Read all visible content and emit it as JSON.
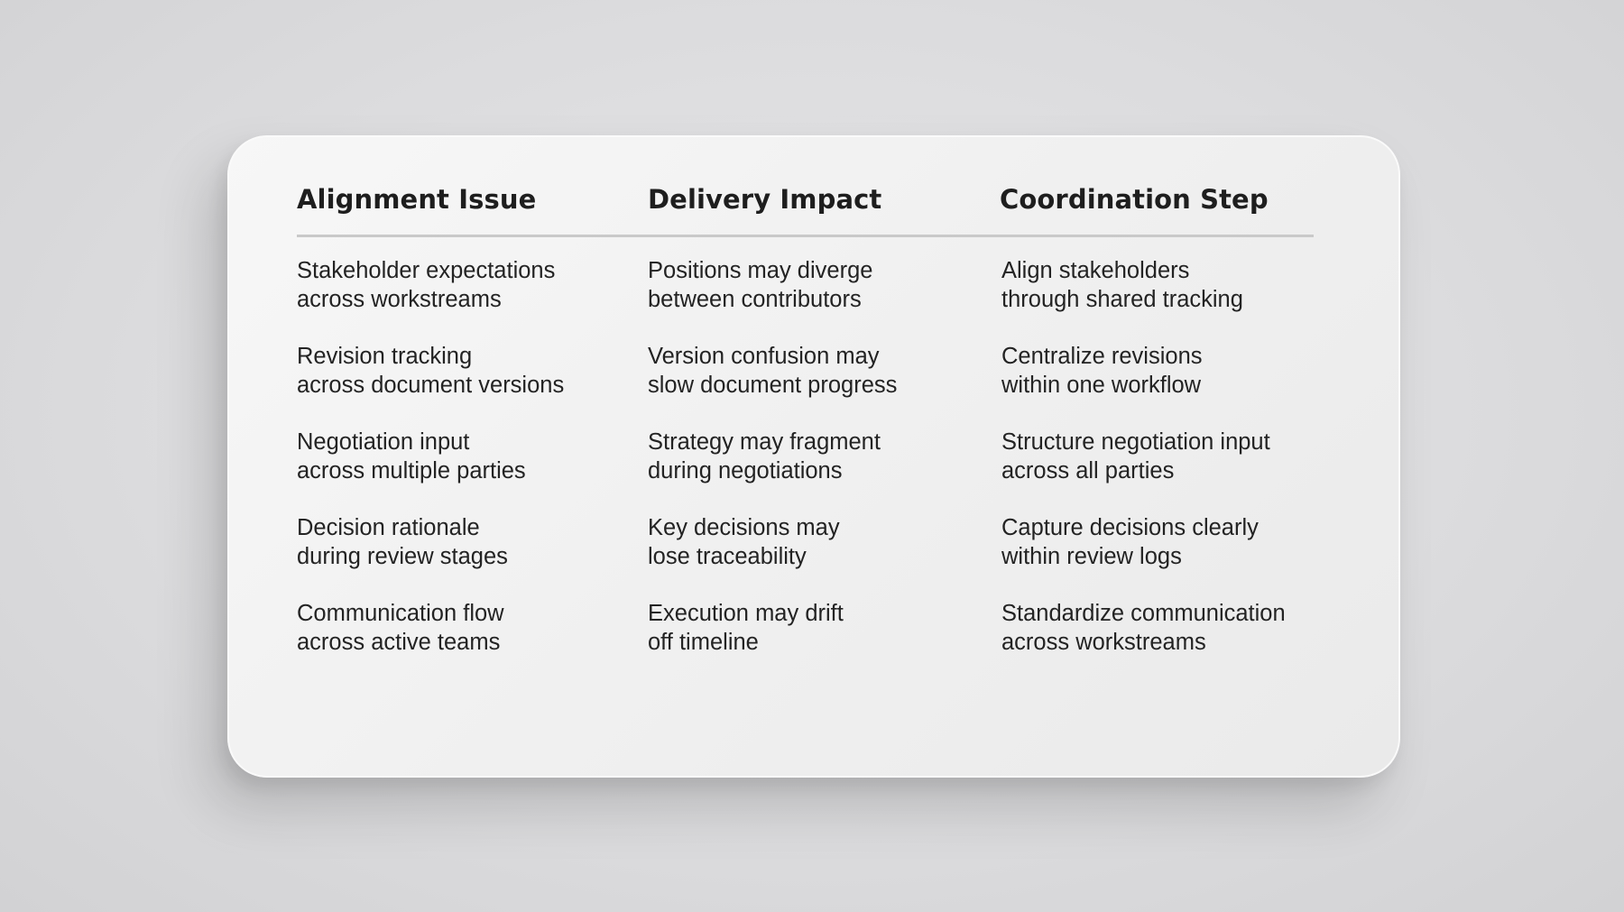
{
  "table": {
    "headers": [
      "Alignment Issue",
      "Delivery Impact",
      "Coordination Step"
    ],
    "rows": [
      {
        "issue": [
          "Stakeholder expectations",
          "across workstreams"
        ],
        "impact": [
          "Positions may diverge",
          "between contributors"
        ],
        "step": [
          "Align stakeholders",
          "through shared tracking"
        ]
      },
      {
        "issue": [
          "Revision tracking",
          "across document versions"
        ],
        "impact": [
          "Version confusion may",
          "slow document progress"
        ],
        "step": [
          "Centralize revisions",
          "within one workflow"
        ]
      },
      {
        "issue": [
          "Negotiation input",
          "across multiple parties"
        ],
        "impact": [
          "Strategy may fragment",
          "during negotiations"
        ],
        "step": [
          "Structure negotiation input",
          "across all parties"
        ]
      },
      {
        "issue": [
          "Decision rationale",
          "during review stages"
        ],
        "impact": [
          "Key decisions may",
          "lose traceability"
        ],
        "step": [
          "Capture decisions clearly",
          "within review logs"
        ]
      },
      {
        "issue": [
          "Communication flow",
          "across active teams"
        ],
        "impact": [
          "Execution may drift",
          "off timeline"
        ],
        "step": [
          "Standardize communication",
          "across workstreams"
        ]
      }
    ]
  }
}
